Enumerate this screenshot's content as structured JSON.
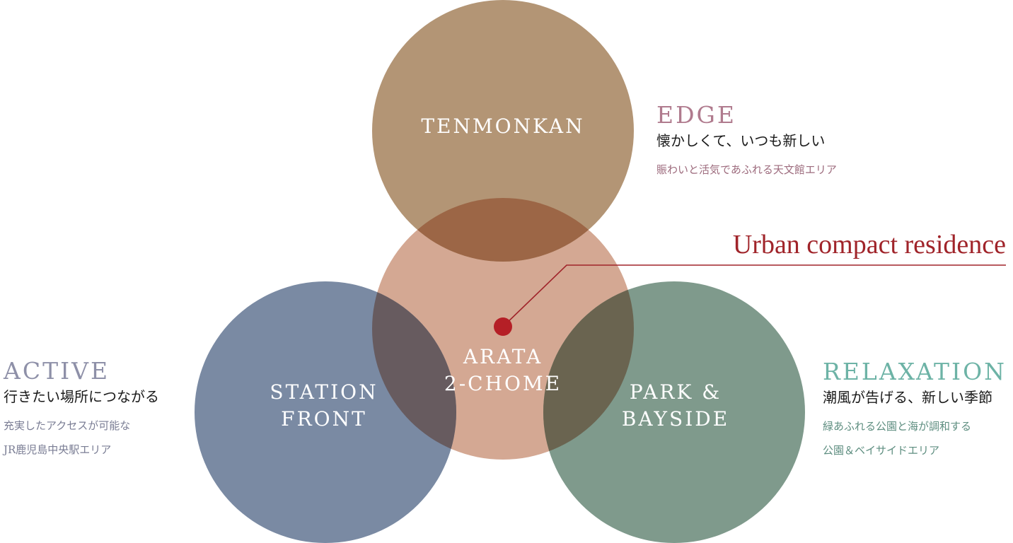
{
  "colors": {
    "tenmonkan": "#b39575",
    "overlap_top": "#9c6646",
    "arata": "#d4a893",
    "station": "#7a8aa3",
    "overlap_left": "#675b5f",
    "park": "#7f9a8c",
    "overlap_right": "#6a6450",
    "accent_red": "#a0242a",
    "dot_red": "#b51f26",
    "edge_heading": "#b07b8e",
    "edge_desc": "#9d6b7d",
    "active_heading": "#8e90a8",
    "active_desc": "#7a7d94",
    "relax_heading": "#6db3a6",
    "relax_desc": "#5e8e80"
  },
  "circles": {
    "tenmonkan": {
      "label": "TENMONKAN"
    },
    "arata": {
      "lines": [
        "ARATA",
        "2-CHOME"
      ]
    },
    "station": {
      "lines": [
        "STATION",
        "FRONT"
      ]
    },
    "park": {
      "lines": [
        "PARK &",
        "BAYSIDE"
      ]
    }
  },
  "concept": {
    "title": "Urban compact residence"
  },
  "captions": {
    "edge": {
      "heading": "EDGE",
      "tagline": "懐かしくて、いつも新しい",
      "desc": [
        "賑わいと活気であふれる天文館エリア"
      ]
    },
    "active": {
      "heading": "ACTIVE",
      "tagline": "行きたい場所につながる",
      "desc": [
        "充実したアクセスが可能な",
        "JR鹿児島中央駅エリア"
      ]
    },
    "relaxation": {
      "heading": "RELAXATION",
      "tagline": "潮風が告げる、新しい季節",
      "desc": [
        "緑あふれる公園と海が調和する",
        "公園＆ベイサイドエリア"
      ]
    }
  }
}
